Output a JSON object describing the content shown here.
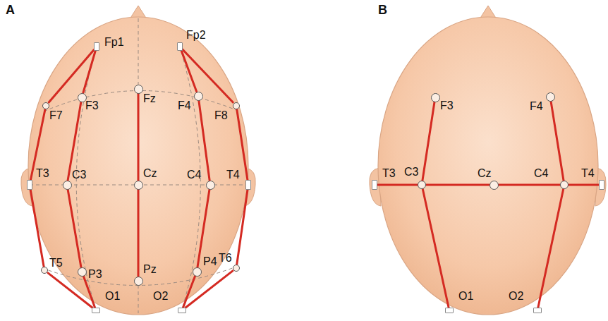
{
  "diagram": {
    "nodes": [
      {
        "text": [
          "Fp1"
        ]
      },
      {
        "text": [
          "Fp2"
        ]
      },
      {
        "text": [
          "F7"
        ]
      },
      {
        "text": [
          "F3"
        ]
      },
      {
        "text": [
          "Fz"
        ]
      },
      {
        "text": [
          "F4"
        ]
      },
      {
        "text": [
          "F8"
        ]
      },
      {
        "text": [
          "T3"
        ]
      },
      {
        "text": [
          "C3"
        ]
      },
      {
        "text": [
          "Cz"
        ]
      },
      {
        "text": [
          "C4"
        ]
      },
      {
        "text": [
          "T4"
        ]
      },
      {
        "text": [
          "T5"
        ]
      },
      {
        "text": [
          "P3"
        ]
      },
      {
        "text": [
          "Pz"
        ]
      },
      {
        "text": [
          "P4"
        ]
      },
      {
        "text": [
          "T6"
        ]
      },
      {
        "text": [
          "O1"
        ]
      },
      {
        "text": [
          "O2"
        ]
      },
      {
        "text": [
          "F3"
        ]
      },
      {
        "text": [
          "F4"
        ]
      },
      {
        "text": [
          "T3"
        ]
      },
      {
        "text": [
          "C3"
        ]
      },
      {
        "text": [
          "Cz"
        ]
      },
      {
        "text": [
          "C4"
        ]
      },
      {
        "text": [
          "T4"
        ]
      },
      {
        "text": [
          "O1"
        ]
      },
      {
        "text": [
          "O2"
        ]
      }
    ],
    "edges": [
      {
        "from": 0,
        "to": 2,
        "arrow": "none"
      },
      {
        "from": 2,
        "to": 7,
        "arrow": "none"
      },
      {
        "from": 7,
        "to": 12,
        "arrow": "none"
      },
      {
        "from": 12,
        "to": 17,
        "arrow": "none"
      },
      {
        "from": 0,
        "to": 3,
        "arrow": "none"
      },
      {
        "from": 3,
        "to": 8,
        "arrow": "none"
      },
      {
        "from": 8,
        "to": 13,
        "arrow": "none"
      },
      {
        "from": 13,
        "to": 17,
        "arrow": "none"
      },
      {
        "from": 4,
        "to": 9,
        "arrow": "none"
      },
      {
        "from": 9,
        "to": 14,
        "arrow": "none"
      },
      {
        "from": 1,
        "to": 5,
        "arrow": "none"
      },
      {
        "from": 5,
        "to": 10,
        "arrow": "none"
      },
      {
        "from": 10,
        "to": 15,
        "arrow": "none"
      },
      {
        "from": 15,
        "to": 18,
        "arrow": "none"
      },
      {
        "from": 1,
        "to": 6,
        "arrow": "none"
      },
      {
        "from": 6,
        "to": 11,
        "arrow": "none"
      },
      {
        "from": 11,
        "to": 16,
        "arrow": "none"
      },
      {
        "from": 16,
        "to": 18,
        "arrow": "none"
      },
      {
        "from": 19,
        "to": 22,
        "arrow": "none"
      },
      {
        "from": 22,
        "to": 26,
        "arrow": "none"
      },
      {
        "from": 21,
        "to": 22,
        "arrow": "none"
      },
      {
        "from": 22,
        "to": 23,
        "arrow": "none"
      },
      {
        "from": 23,
        "to": 24,
        "arrow": "none"
      },
      {
        "from": 24,
        "to": 25,
        "arrow": "none"
      },
      {
        "from": 20,
        "to": 24,
        "arrow": "none"
      },
      {
        "from": 24,
        "to": 27,
        "arrow": "none"
      }
    ],
    "labels": [
      "A",
      "B"
    ]
  }
}
